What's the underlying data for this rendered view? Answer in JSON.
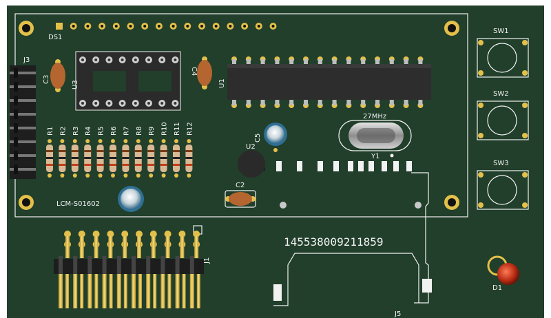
{
  "labels": {
    "ds1": "DS1",
    "j3": "J3",
    "u3": "U3",
    "c3": "C3",
    "c4": "C4",
    "u1": "U1",
    "sw1": "SW1",
    "sw2": "SW2",
    "sw3": "SW3",
    "crystal_freq": "27MHz",
    "y1": "Y1",
    "c5": "C5",
    "u2": "U2",
    "c2": "C2",
    "j1": "J1",
    "j5": "J5",
    "d1": "D1",
    "lcm": "LCM-S01602",
    "barcode": "145538009211859",
    "resistors": [
      "R1",
      "R2",
      "R3",
      "R4",
      "R5",
      "R6",
      "R7",
      "R8",
      "R9",
      "R10",
      "R11",
      "R12"
    ]
  },
  "colors": {
    "board": "#213f2b",
    "silkscreen": "#f2f2f2",
    "gold": "#e3c04a",
    "ic_body": "#2b2b2b",
    "capacitor": "#b5652f",
    "resistor": "#d9b894",
    "led": "#c0391b"
  }
}
